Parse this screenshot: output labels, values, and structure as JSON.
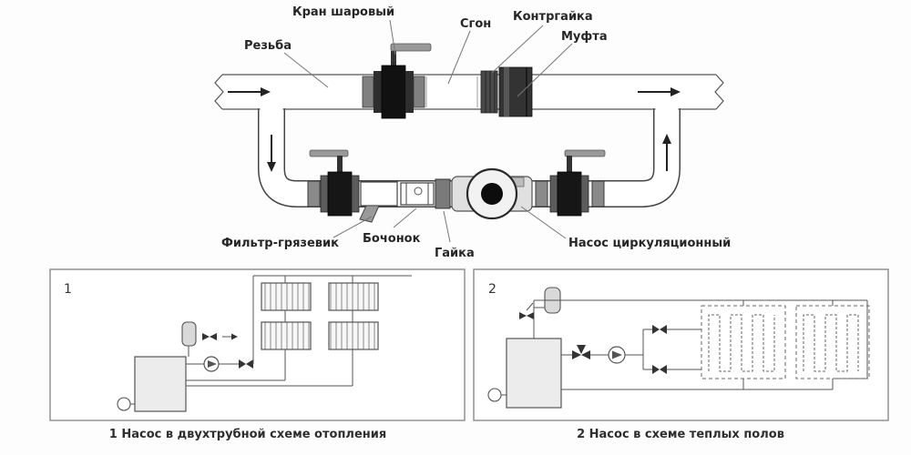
{
  "diagram": {
    "component_labels": {
      "ball_valve": "Кран шаровый",
      "sgon": "Сгон",
      "locknut": "Контргайка",
      "coupling": "Муфта",
      "thread": "Резьба",
      "filter": "Фильтр-грязевик",
      "barrel": "Бочонок",
      "nut": "Гайка",
      "pump": "Насос циркуляционный"
    },
    "panels": [
      {
        "number": "1",
        "caption": "1 Насос в двухтрубной схеме отопления"
      },
      {
        "number": "2",
        "caption": "2 Насос в схеме теплых полов"
      }
    ]
  }
}
